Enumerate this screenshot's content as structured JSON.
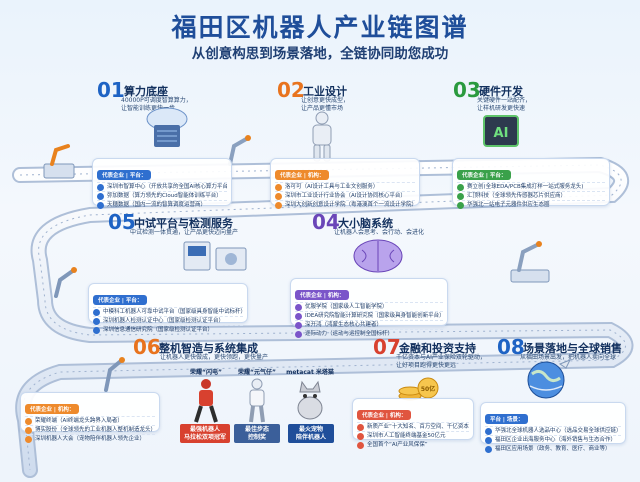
{
  "title": "福田区机器人产业链图谱",
  "subtitle": "从创意构思到场景落地，全链协同助您成功",
  "sections": [
    {
      "num": "01",
      "title": "算力底座",
      "desc": [
        "40000P可调度智算算力，",
        "让智能训练更快一步"
      ],
      "card_head": "代表企业 | 平台：",
      "rows": [
        "深圳市智算中心（开放共享的全国AI核心算力平台）",
        "弥加数据（算力领先的Cloud智能体训练平台）",
        "天穗数据（国内一流的智算调度运营商）"
      ]
    },
    {
      "num": "02",
      "title": "工业设计",
      "desc": [
        "让创意更快成型，",
        "让产品更懂市场"
      ],
      "card_head": "代表企业 | 机构：",
      "rows": [
        "洛可可（AI设计工具与工业文创服务）",
        "深圳市工业设计行业协会（AI设计协同核心平台）",
        "深圳大创新创意设计学院（粤港澳首个一流设计学院）"
      ]
    },
    {
      "num": "03",
      "title": "硬件开发",
      "desc": [
        "关键硬件一站配齐，",
        "让样机研发更快速"
      ],
      "card_head": "代表企业 | 平台：",
      "rows": [
        "赛立创(全球EDA/PCB集成打样一站式服务龙头)",
        "汇顶科技（全球领先传感器芯片供应商）",
        "华强北一站电子元器件供应生态圈"
      ]
    },
    {
      "num": "05",
      "title": "中试平台与检测服务",
      "desc": [
        "中试检测一体贯通，让产品更快迈向量产"
      ],
      "card_head": "代表企业 | 平台：",
      "rows": [
        "中模科工机器人可靠中试平台（国家级具身智能中试标杆）",
        "深圳机器人检测认证中心（国家级检测认证平台）",
        "深圳信息通信研究院（国家级检测认证平台）"
      ]
    },
    {
      "num": "04",
      "title": "大小脑系统",
      "desc": [
        "让机器人会思考、会行动、会进化"
      ],
      "card_head": "代表企业 | 机构：",
      "rows": [
        "优服学院（国家级人工智能学院）",
        "IDEA研究院智能计算研究院（国家级具身智能创新平台）",
        "深开鸿（鸿蒙生态核心共建者）",
        "逐际动力（运动与运控制全国标杆）"
      ]
    },
    {
      "num": "06",
      "title": "整机智造与系统集成",
      "desc": [
        "让机器人更快做成，更快领跑，更快量产"
      ],
      "card_head": "代表企业 | 机构：",
      "rows": [
        "荣耀终端（AI终端龙头跨界入局者）",
        "博实股份（全球领先的工业机器人整机制造龙头）",
        "深圳机器人大会（宠物陪伴机器人领先企业）"
      ]
    },
    {
      "num": "07",
      "title": "金融和投资支持",
      "desc": [
        "千亿资本与AI产业保险双轮驱动，",
        "让好项目跑得更快更远"
      ],
      "card_head": "代表企业 | 机构：",
      "rows": [
        "新质产业“十大知名、百万空间、千亿资本”",
        "深圳市人工智能终端基金50亿元",
        "全国首个“AI产业风保保”"
      ]
    },
    {
      "num": "08",
      "title": "场景落地与全球销售",
      "desc": [
        "从福田场景出发，把机器人卖向全球"
      ],
      "card_head": "平台 | 场景：",
      "rows": [
        "华强北全球机器人选品中心（选品交易全球供应链）",
        "福田区企业出海服务中心（海外销售与生态合作）",
        "福田区应用场景（政务、教育、医疗、商业等）"
      ]
    }
  ],
  "robots": [
    {
      "name": "荣耀“闪电”",
      "award": [
        "最强机器人",
        "马拉松双项冠军"
      ]
    },
    {
      "name": "荣耀“元气仔”",
      "award": [
        "最佳步态",
        "控制奖"
      ]
    },
    {
      "name": "metacat 米塔猫",
      "award": [
        "最火宠物",
        "陪伴机器人"
      ]
    }
  ],
  "art_labels": {
    "ai_chip": "AI",
    "coin": "50亿"
  },
  "colors": {
    "blue": "#1e63c4",
    "orange": "#e8731e",
    "green": "#2a9a3e",
    "purple": "#6a46b8",
    "red": "#d8412f"
  }
}
